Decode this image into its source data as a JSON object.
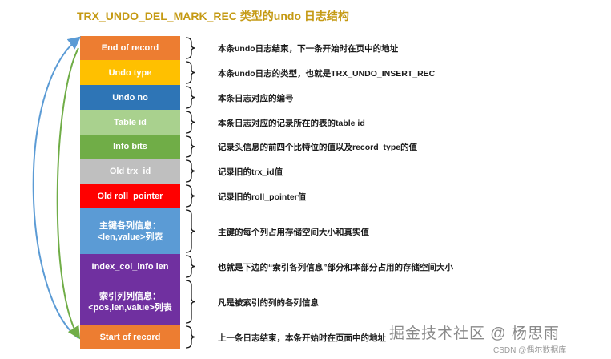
{
  "title": "TRX_UNDO_DEL_MARK_REC 类型的undo 日志结构",
  "colors": {
    "orange": "#ed7d31",
    "yellow": "#ffc000",
    "blue": "#2e75b6",
    "light_green": "#a9d18e",
    "green": "#70ad47",
    "gray": "#bfbfbf",
    "red": "#ff0000",
    "light_blue": "#5b9bd5",
    "purple": "#7030a0",
    "arrow_blue": "#5b9bd5",
    "arrow_green": "#70ad47"
  },
  "fields": [
    {
      "label": "End of record",
      "color": "#ed7d31",
      "desc": "本条undo日志结束，下一条开始时在页中的地址"
    },
    {
      "label": "Undo type",
      "color": "#ffc000",
      "desc": "本条undo日志的类型，也就是TRX_UNDO_INSERT_REC"
    },
    {
      "label": "Undo no",
      "color": "#2e75b6",
      "desc": "本条日志对应的编号"
    },
    {
      "label": "Table id",
      "color": "#a9d18e",
      "desc": "本条日志对应的记录所在的表的table id"
    },
    {
      "label": "Info bits",
      "color": "#70ad47",
      "desc": "记录头信息的前四个比特位的值以及record_type的值"
    },
    {
      "label": "Old trx_id",
      "color": "#bfbfbf",
      "desc": "记录旧的trx_id值"
    },
    {
      "label": "Old roll_pointer",
      "color": "#ff0000",
      "desc": "记录旧的roll_pointer值"
    },
    {
      "label": "主键各列信息：\n<len,value>列表",
      "color": "#5b9bd5",
      "desc": "主键的每个列占用存储空间大小和真实值"
    },
    {
      "label": "Index_col_info len",
      "color": "#7030a0",
      "desc": "也就是下边的“索引各列信息”部分和本部分占用的存储空间大小"
    },
    {
      "label": "索引列列信息：\n<pos,len,value>列表",
      "color": "#7030a0",
      "desc": "凡是被索引的列的各列信息"
    },
    {
      "label": "Start of record",
      "color": "#ed7d31",
      "desc": "上一条日志结束，本条开始时在页面中的地址"
    }
  ],
  "watermark": {
    "main": "掘金技术社区 @ 杨思雨",
    "sub": "CSDN @偶尔数据库"
  }
}
